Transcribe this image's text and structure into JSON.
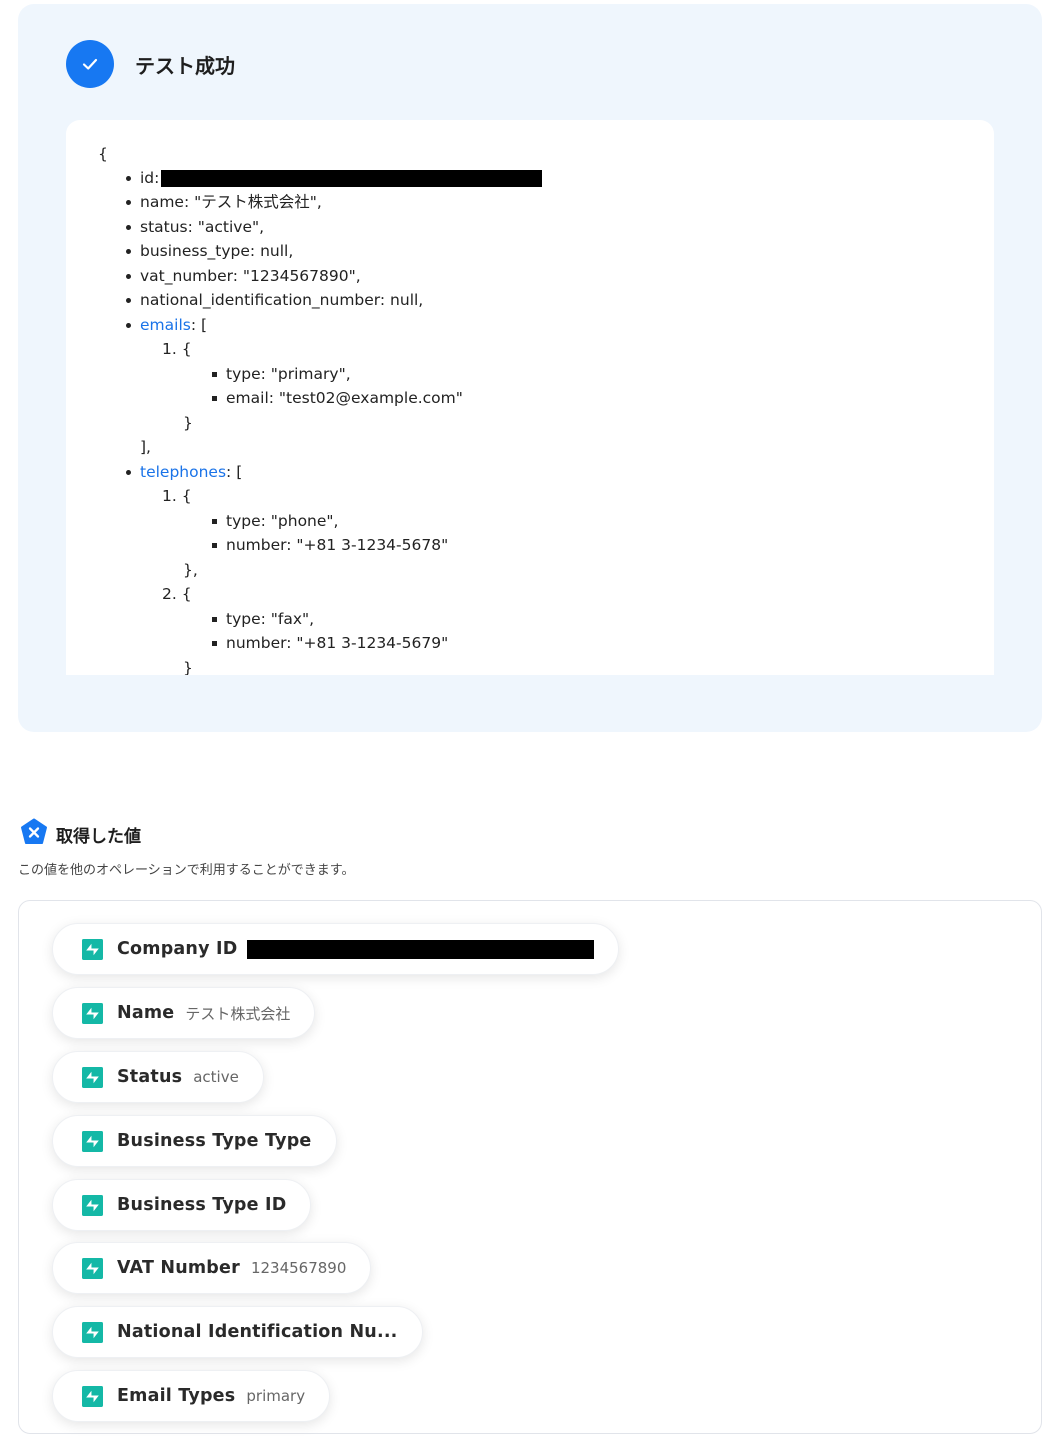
{
  "test_result": {
    "title": "テスト成功",
    "json_open": "{",
    "fields": {
      "id_key": "id:",
      "name": "name: \"テスト株式会社\",",
      "status": "status: \"active\",",
      "business_type": "business_type: null,",
      "vat_number": "vat_number: \"1234567890\",",
      "national_id": "national_identification_number: null,",
      "emails_key": "emails",
      "emails_open": ": [",
      "emails_item_num": "1. {",
      "email_type": "type: \"primary\",",
      "email_value": "email: \"test02@example.com\"",
      "emails_item_close": "}",
      "emails_close": "],",
      "telephones_key": "telephones",
      "telephones_open": ": [",
      "tel1_num": "1. {",
      "tel1_type": "type: \"phone\",",
      "tel1_number": "number: \"+81 3-1234-5678\"",
      "tel1_close": "},",
      "tel2_num": "2. {",
      "tel2_type": "type: \"fax\",",
      "tel2_number": "number: \"+81 3-1234-5679\"",
      "tel2_close": "}"
    }
  },
  "values_section": {
    "title": "取得した値",
    "description": "この値を他のオペレーションで利用することができます。",
    "chips": [
      {
        "label": "Company ID",
        "value": ""
      },
      {
        "label": "Name",
        "value": "テスト株式会社"
      },
      {
        "label": "Status",
        "value": "active"
      },
      {
        "label": "Business Type Type",
        "value": ""
      },
      {
        "label": "Business Type ID",
        "value": ""
      },
      {
        "label": "VAT Number",
        "value": "1234567890"
      },
      {
        "label": "National Identification Nu...",
        "value": ""
      },
      {
        "label": "Email Types",
        "value": "primary"
      }
    ]
  },
  "colors": {
    "accent_blue": "#1778f2",
    "link_blue": "#1a73e8",
    "chip_icon_teal": "#14b8a6",
    "panel_bg": "#eff6fd"
  },
  "icons": [
    "check-icon",
    "x-pentagon-icon",
    "chip-teal-icon"
  ]
}
